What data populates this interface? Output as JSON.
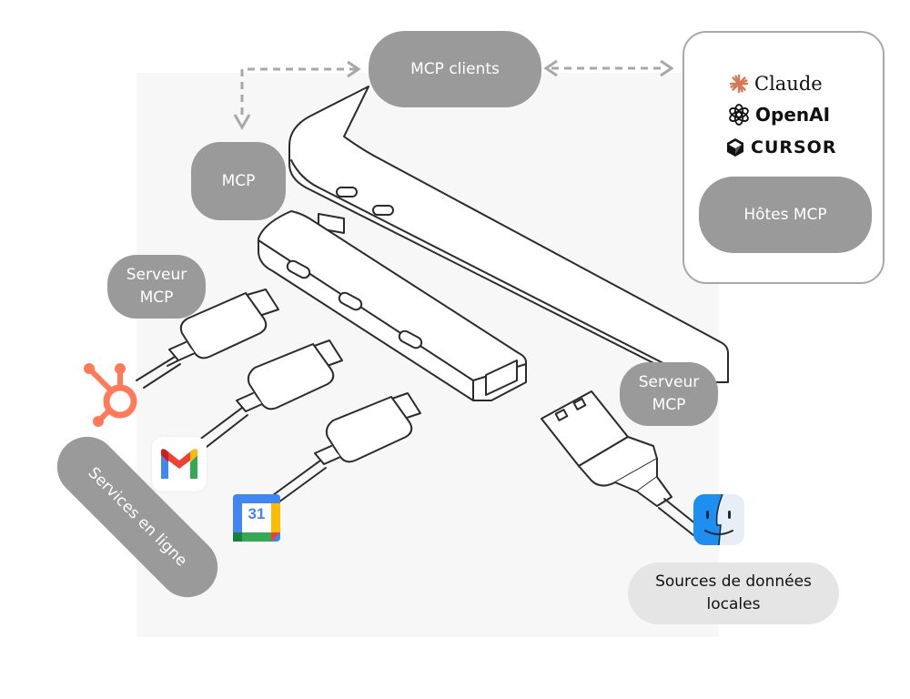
{
  "labels": {
    "mcp_clients": "MCP clients",
    "mcp": "MCP",
    "server_left": "Serveur\nMCP",
    "server_right": "Serveur\nMCP",
    "online_services": "Services en ligne",
    "local_sources": "Sources de données\nlocales",
    "hosts": "Hôtes MCP"
  },
  "hosts": [
    {
      "name": "Claude",
      "icon": "claude-icon",
      "color": "#d97757"
    },
    {
      "name": "OpenAI",
      "icon": "openai-icon",
      "color": "#111111"
    },
    {
      "name": "CURSOR",
      "icon": "cursor-icon",
      "color": "#111111"
    }
  ],
  "services": [
    {
      "icon": "hubspot-icon",
      "color": "#ff7a59"
    },
    {
      "icon": "gmail-icon",
      "color": "#ea4335"
    },
    {
      "icon": "google-calendar-icon",
      "label": "31",
      "color": "#4285f4"
    }
  ],
  "local_source": {
    "icon": "finder-icon",
    "color": "#1e8ff0"
  },
  "colors": {
    "pill": "#9a9a9a",
    "arrow": "#a8a8a8",
    "line": "#2b2b2b"
  }
}
